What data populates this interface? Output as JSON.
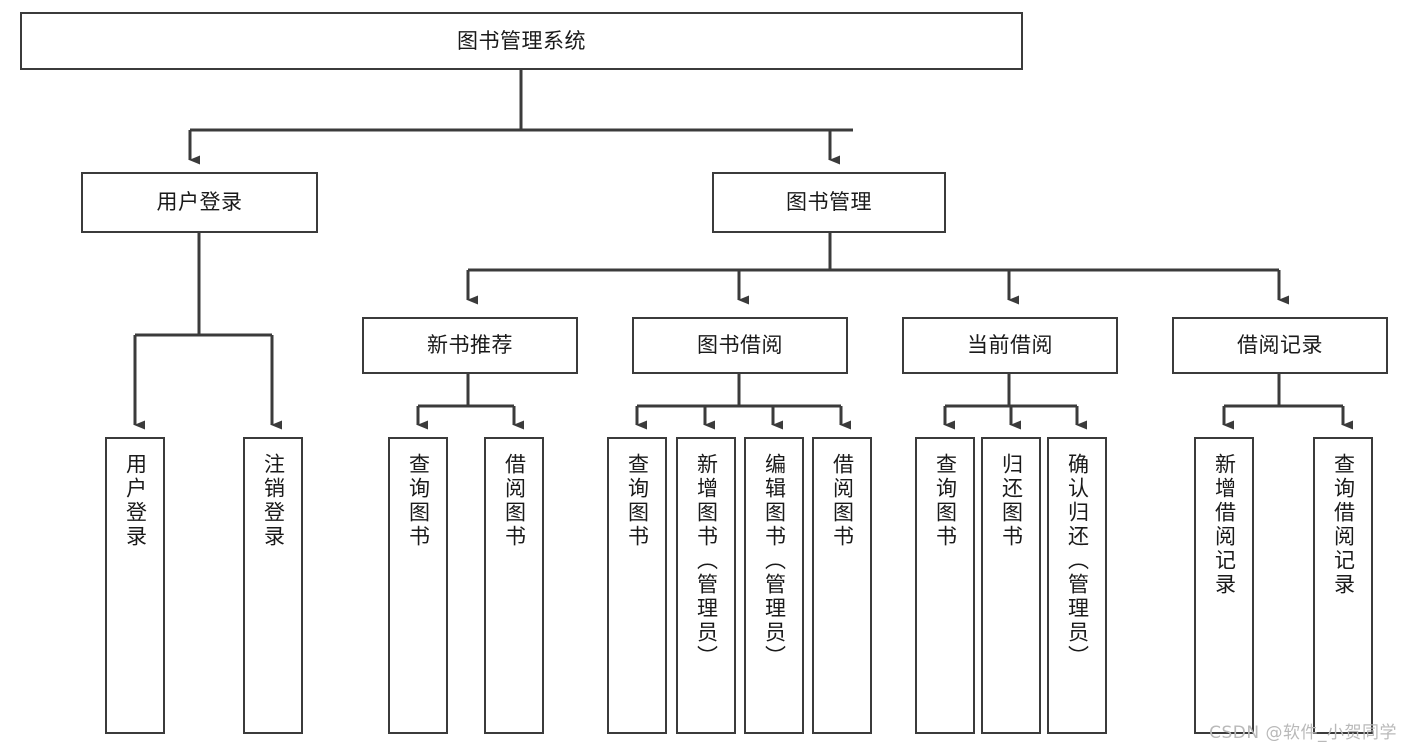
{
  "diagram": {
    "title": "图书管理系统",
    "type": "tree-hierarchy",
    "style": {
      "box_border_color": "#3b3b3b",
      "box_fill_color": "#ffffff",
      "connector_color": "#3b3b3b",
      "text_color": "#1a1a1a",
      "background": "#ffffff"
    },
    "root": {
      "label": "图书管理系统"
    },
    "level1": [
      {
        "label": "用户登录"
      },
      {
        "label": "图书管理"
      }
    ],
    "level2": [
      {
        "label": "新书推荐"
      },
      {
        "label": "图书借阅"
      },
      {
        "label": "当前借阅"
      },
      {
        "label": "借阅记录"
      }
    ],
    "leaves": {
      "user_login": [
        {
          "label": "用户登录"
        },
        {
          "label": "注销登录"
        }
      ],
      "new_book_recommend": [
        {
          "label": "查询图书"
        },
        {
          "label": "借阅图书"
        }
      ],
      "book_borrow": [
        {
          "label": "查询图书"
        },
        {
          "label": "新增图书（管理员）"
        },
        {
          "label": "编辑图书（管理员）"
        },
        {
          "label": "借阅图书"
        }
      ],
      "current_borrow": [
        {
          "label": "查询图书"
        },
        {
          "label": "归还图书"
        },
        {
          "label": "确认归还（管理员）"
        }
      ],
      "borrow_record": [
        {
          "label": "新增借阅记录"
        },
        {
          "label": "查询借阅记录"
        }
      ]
    }
  },
  "watermark": {
    "text": "CSDN @软件_小贺同学"
  }
}
